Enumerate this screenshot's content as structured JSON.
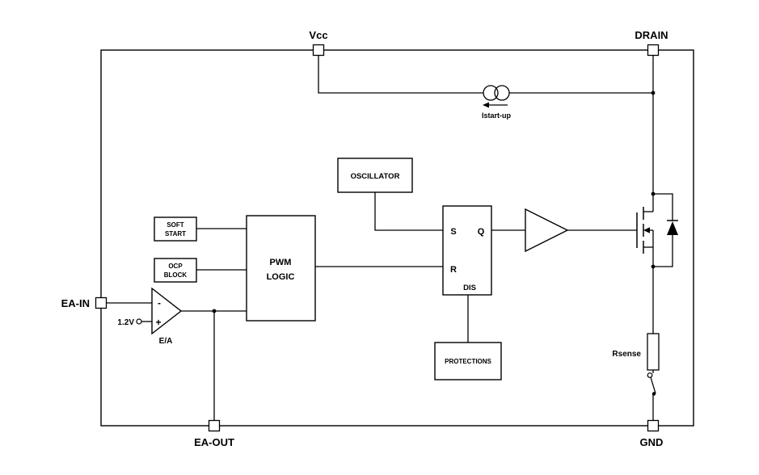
{
  "diagram": {
    "pins": {
      "vcc": "Vcc",
      "drain": "DRAIN",
      "ea_in": "EA-IN",
      "ea_out": "EA-OUT",
      "gnd": "GND"
    },
    "blocks": {
      "oscillator": "OSCILLATOR",
      "soft_start": {
        "line1": "SOFT",
        "line2": "START"
      },
      "ocp_block": {
        "line1": "OCP",
        "line2": "BLOCK"
      },
      "pwm_logic": {
        "line1": "PWM",
        "line2": "LOGIC"
      },
      "protections": "PROTECTIONS"
    },
    "latch": {
      "set": "S",
      "out": "Q",
      "reset": "R",
      "disable": "DIS"
    },
    "labels": {
      "istartup": "Istart-up",
      "rsense": "Rsense",
      "vref": "1.2V",
      "error_amp": "E/A",
      "minus": "-",
      "plus": "+"
    },
    "colors": {
      "line": "#000000",
      "background": "#ffffff"
    }
  }
}
